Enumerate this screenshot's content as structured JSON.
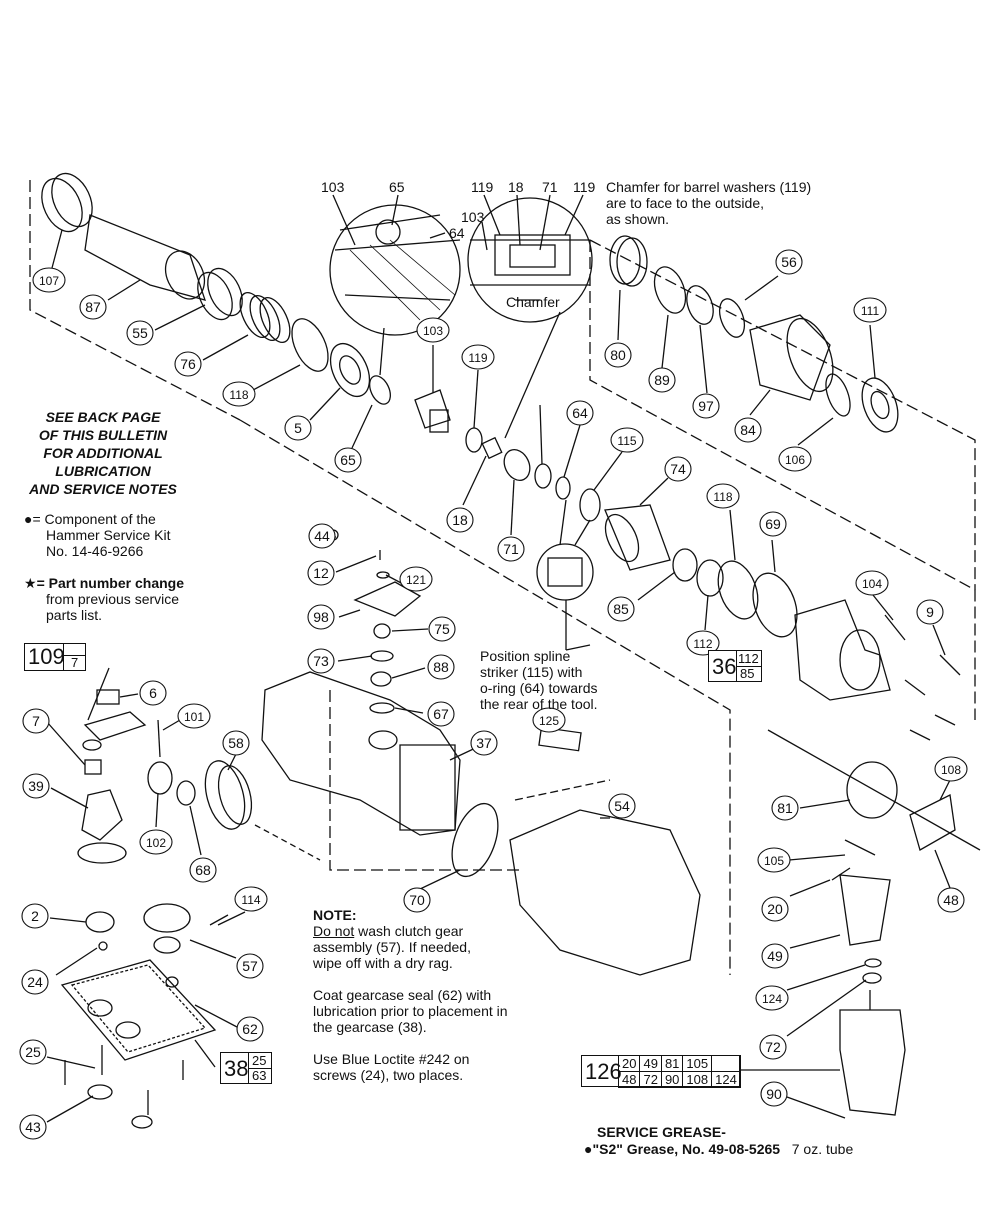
{
  "section_note": {
    "lines": [
      "SEE BACK PAGE",
      "OF THIS BULLETIN",
      "FOR ADDITIONAL",
      "LUBRICATION",
      "AND SERVICE NOTES"
    ]
  },
  "legend": {
    "kit_symbol": "●",
    "kit_text": [
      "= Component of the",
      "Hammer Service Kit",
      "No. 14-46-9266"
    ],
    "star_symbol": "★",
    "star_bold": "= Part number change",
    "star_text": [
      "from previous service",
      "parts list."
    ]
  },
  "chamfer_note": [
    "Chamfer for barrel washers (119)",
    "are to face to the outside,",
    "as shown."
  ],
  "chamfer_label": "Chamfer",
  "spline_note": [
    "Position spline",
    "striker (115) with",
    "o-ring (64) towards",
    "the rear of the tool."
  ],
  "note": {
    "title": "NOTE:",
    "underline": "Do not",
    "line1_rest": " wash clutch gear",
    "lines": [
      "assembly (57). If needed,",
      "wipe off with a dry rag.",
      "",
      "Coat gearcase seal (62) with",
      "lubrication prior to placement in",
      "the gearcase (38).",
      "",
      "Use Blue Loctite #242 on",
      "screws (24), two places."
    ]
  },
  "service_grease": {
    "title": "SERVICE GREASE-",
    "bullet": "●",
    "product": "\"S2\" Grease, No. 49-08-5265",
    "size": "7 oz. tube"
  },
  "kits": {
    "k109": {
      "main": "109",
      "sub": "7"
    },
    "k36": {
      "main": "36",
      "sub": [
        "112",
        "85"
      ]
    },
    "k38": {
      "main": "38",
      "sub": [
        "25",
        "63"
      ]
    },
    "k126": {
      "main": "126",
      "row1": [
        "20",
        "49",
        "81",
        "105",
        ""
      ],
      "row2": [
        "48",
        "72",
        "90",
        "108",
        "124"
      ]
    }
  },
  "callouts": [
    "107",
    "87",
    "55",
    "76",
    "118",
    "5",
    "65",
    "103",
    "119",
    "18",
    "71",
    "64",
    "115",
    "74",
    "118b",
    "69",
    "104",
    "9",
    "80",
    "89",
    "97",
    "56",
    "111",
    "84",
    "106",
    "85",
    "112",
    "44",
    "12",
    "121",
    "98",
    "75",
    "73",
    "88",
    "67",
    "6",
    "101",
    "7",
    "58",
    "37",
    "39",
    "102",
    "68",
    "125",
    "54",
    "81",
    "108",
    "105",
    "20",
    "48",
    "49",
    "124",
    "72",
    "90",
    "70",
    "2",
    "114",
    "24",
    "57",
    "62",
    "25",
    "43"
  ],
  "top_labels": [
    "103",
    "65",
    "64",
    "119",
    "18",
    "71",
    "119",
    "103"
  ]
}
